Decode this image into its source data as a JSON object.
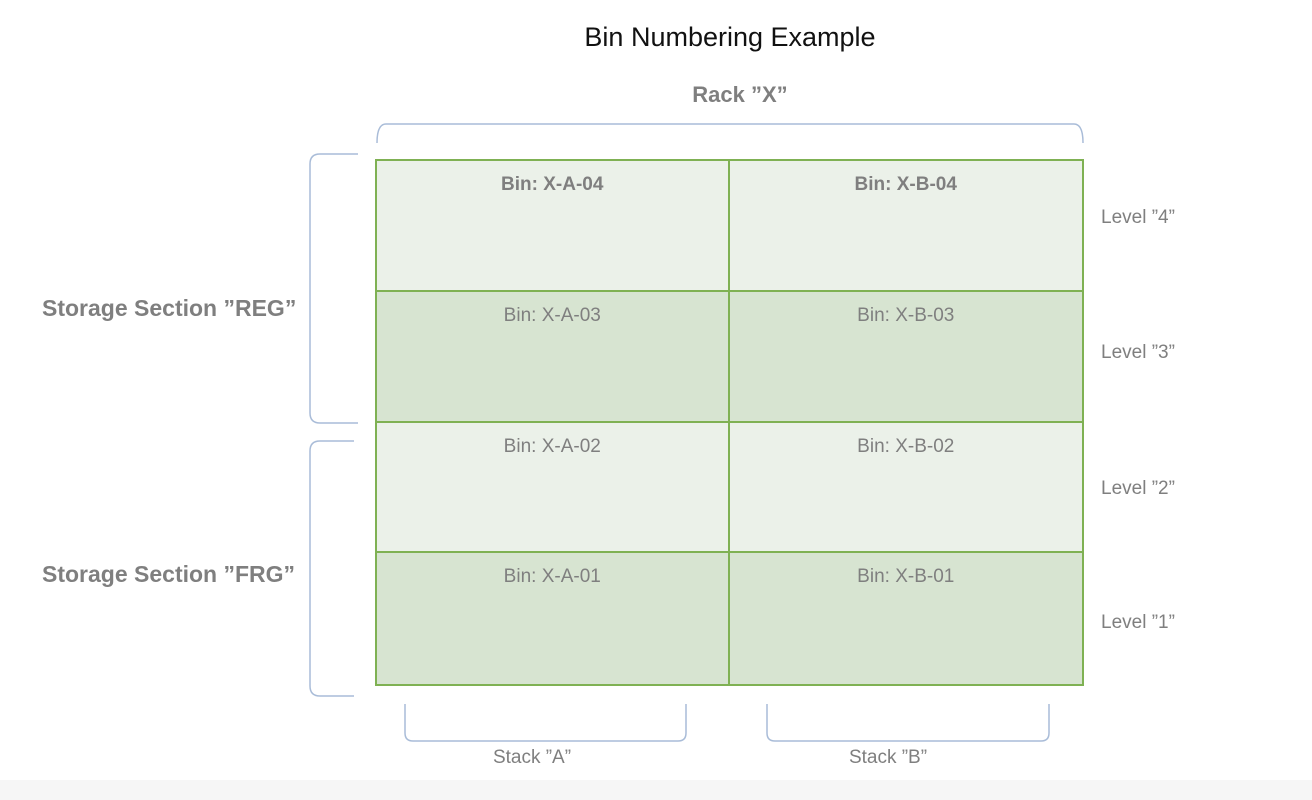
{
  "title": "Bin Numbering Example",
  "rack": {
    "label": "Rack ”X”"
  },
  "sections": [
    {
      "label": "Storage Section ”REG”"
    },
    {
      "label": "Storage Section ”FRG”"
    }
  ],
  "levels": [
    {
      "label": "Level ”4”"
    },
    {
      "label": "Level ”3”"
    },
    {
      "label": "Level ”2”"
    },
    {
      "label": "Level ”1”"
    }
  ],
  "stacks": [
    {
      "label": "Stack ”A”"
    },
    {
      "label": "Stack ”B”"
    }
  ],
  "bins": [
    [
      {
        "label": "Bin: X-A-04"
      },
      {
        "label": "Bin: X-B-04"
      }
    ],
    [
      {
        "label": "Bin: X-A-03"
      },
      {
        "label": "Bin: X-B-03"
      }
    ],
    [
      {
        "label": "Bin: X-A-02"
      },
      {
        "label": "Bin: X-B-02"
      }
    ],
    [
      {
        "label": "Bin: X-A-01"
      },
      {
        "label": "Bin: X-B-01"
      }
    ]
  ],
  "colors": {
    "grid_border": "#7fb153",
    "cell_light": "#ebf1e9",
    "cell_dark": "#d7e4d1",
    "bracket": "#a9bcd8",
    "label_gray": "#7f7f7f"
  }
}
